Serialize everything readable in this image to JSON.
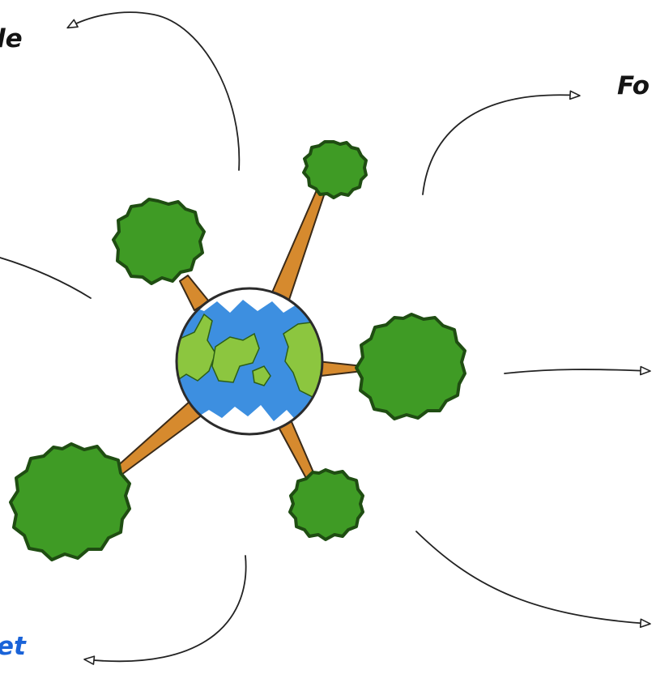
{
  "labels": {
    "top_left": {
      "text": "le",
      "color": "#141414"
    },
    "top_right": {
      "text": "Fo",
      "color": "#141414"
    },
    "bottom_left": {
      "text": "et",
      "color": "#1a63d8"
    }
  },
  "colors": {
    "foliage": "#3f9b25",
    "foliage_outline": "#1f4d12",
    "trunk": "#d68a2e",
    "trunk_outline": "#3a2a18",
    "globe_ocean": "#3d8fe0",
    "globe_land": "#8cc63f",
    "globe_ice": "#ffffff",
    "arrow": "#222222"
  }
}
